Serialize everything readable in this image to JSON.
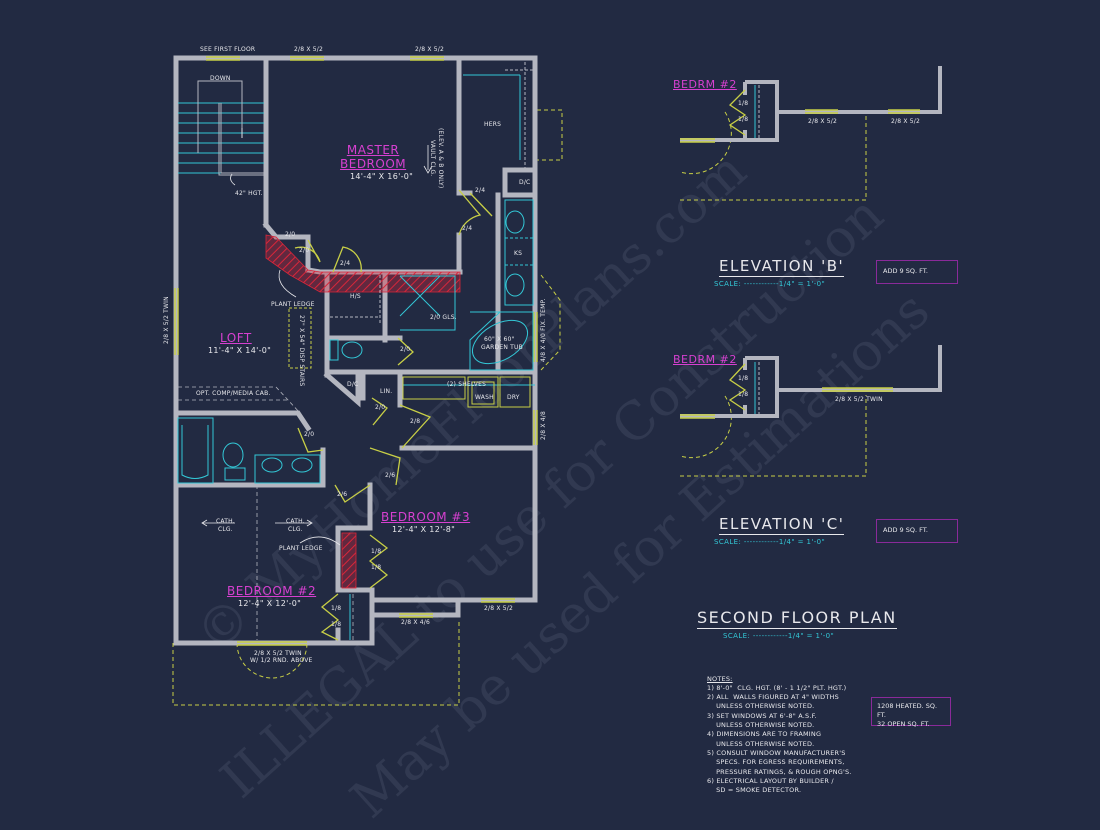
{
  "drawing": {
    "title": "SECOND FLOOR PLAN",
    "scale": "SCALE: ------------1/4\" = 1'-0\"",
    "colors": {
      "background": "#222a42",
      "wall": "#b4b6c0",
      "window": "#c8cf46",
      "door": "#c8cf46",
      "fixture": "#33c7d6",
      "room_label": "#d640d0",
      "hatch": "#d8263a",
      "text": "#e8e8ec",
      "box_border": "#8a2a9a"
    }
  },
  "top_labels": {
    "see_first_floor": "SEE FIRST FLOOR",
    "window_top_1": "2/8 X 5/2",
    "window_top_2": "2/8 X 5/2"
  },
  "rooms": {
    "master_bedroom": {
      "name_line1": "MASTER",
      "name_line2": "BEDROOM",
      "size": "14'-4\" X 16'-0\""
    },
    "loft": {
      "name": "LOFT",
      "size": "11'-4\" X 14'-0\""
    },
    "bedroom_2": {
      "name": "BEDROOM #2",
      "size": "12'-4\" X 12'-0\""
    },
    "bedroom_3": {
      "name": "BEDROOM #3",
      "size": "12'-4\" X 12'-8\""
    }
  },
  "annotations": {
    "down": "DOWN",
    "rail_height": "42\" HGT.",
    "vault_note": "(ELEV. A & B ONLY)",
    "vault_clg": "VAULT CLG.",
    "hers": "HERS",
    "dc_master": "D/C",
    "ks": "KS",
    "hs": "H/S",
    "gls": "2/0 GLS.",
    "garden_tub_1": "60\" X 60\"",
    "garden_tub_2": "GARDEN TUB",
    "plant_ledge_1": "PLANT LEDGE",
    "plant_ledge_2": "PLANT LEDGE",
    "disp_stairs": "27\" X 54\" DISP STAIRS",
    "opt_comp": "OPT. COMP/MEDIA CAB.",
    "dc_hall": "D/C",
    "lin": "LIN.",
    "shelves": "(2) SHELVES",
    "wash": "WASH",
    "dry": "DRY",
    "cath_clg_1a": "CATH.",
    "cath_clg_1b": "CLG.",
    "cath_clg_2a": "CATH.",
    "cath_clg_2b": "CLG.",
    "window_left": "2/8 X 5/2 TWIN",
    "window_right_tub": "4/8 X 4/0 FIX. TEMP.",
    "window_right_laundry": "2/8 X 4/8",
    "window_b3_right": "2/8 X 5/2",
    "window_b3_bottom": "2/8 X 4/6",
    "window_b2_bottom_1": "2/8 X 5/2 TWIN",
    "window_b2_bottom_2": "W/ 1/2 RND. ABOVE"
  },
  "doors": [
    "2/4",
    "2/0",
    "2/0",
    "2/4",
    "2/4",
    "2/0",
    "2/0",
    "2/0",
    "2/8",
    "2/6",
    "2/6",
    "1/8",
    "1/8",
    "1/8",
    "1/8"
  ],
  "elevation_b": {
    "room": "BEDRM #2",
    "door_1": "1/8",
    "door_2": "1/8",
    "window_1": "2/8 X 5/2",
    "window_2": "2/8 X 5/2",
    "title": "ELEVATION 'B'",
    "scale": "SCALE: ------------1/4\" = 1'-0\"",
    "add": "ADD 9 SQ. FT."
  },
  "elevation_c": {
    "room": "BEDRM #2",
    "door_1": "1/8",
    "door_2": "1/8",
    "window": "2/8 X 5/2 TWIN",
    "title": "ELEVATION 'C'",
    "scale": "SCALE: ------------1/4\" = 1'-0\"",
    "add": "ADD 9 SQ. FT."
  },
  "notes": {
    "heading": "NOTES:",
    "body": "1) 8'-0\"  CLG. HGT. (8' - 1 1/2\" PLT. HGT.)\n2) ALL  WALLS FIGURED AT 4\" WIDTHS\n    UNLESS OTHERWISE NOTED.\n3) SET WINDOWS AT 6'-8\" A.S.F.\n    UNLESS OTHERWISE NOTED.\n4) DIMENSIONS ARE TO FRAMING\n    UNLESS OTHERWISE NOTED.\n5) CONSULT WINDOW MANUFACTURER'S\n    SPECS. FOR EGRESS REQUIREMENTS,\n    PRESSURE RATINGS, & ROUGH OPNG'S.\n6) ELECTRICAL LAYOUT BY BUILDER /\n    SD = SMOKE DETECTOR."
  },
  "area": {
    "heated": "1208 HEATED. SQ. FT.",
    "open": "32 OPEN SQ. FT."
  },
  "watermark": {
    "line1": "© MyHomeFloorPlans.com",
    "line2": "ILLEGAL to use for Construction",
    "line3": "May be used for Estimations"
  }
}
